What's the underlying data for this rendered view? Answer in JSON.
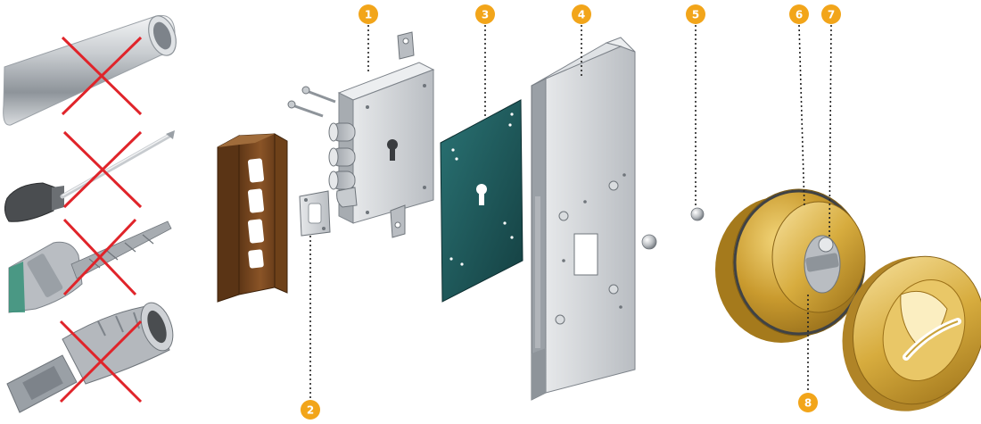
{
  "diagram": {
    "callouts": [
      {
        "id": "1",
        "label": "1"
      },
      {
        "id": "2",
        "label": "2"
      },
      {
        "id": "3",
        "label": "3"
      },
      {
        "id": "4",
        "label": "4"
      },
      {
        "id": "5",
        "label": "5"
      },
      {
        "id": "6",
        "label": "6"
      },
      {
        "id": "7",
        "label": "7"
      },
      {
        "id": "8",
        "label": "8"
      }
    ],
    "forbidden_tools": [
      {
        "id": "pipe",
        "icon": "steel-pipe-icon"
      },
      {
        "id": "screwdriver",
        "icon": "screwdriver-icon"
      },
      {
        "id": "drill",
        "icon": "drill-bit-icon"
      },
      {
        "id": "hole-saw",
        "icon": "hole-saw-icon"
      }
    ],
    "colors": {
      "callout": "#f2a51a",
      "cross": "#e0242a",
      "brass": "#c9a23a",
      "brown_bracket": "#7a4a22",
      "green_plate": "#1f5a5c",
      "steel": "#c9ccd0"
    }
  }
}
